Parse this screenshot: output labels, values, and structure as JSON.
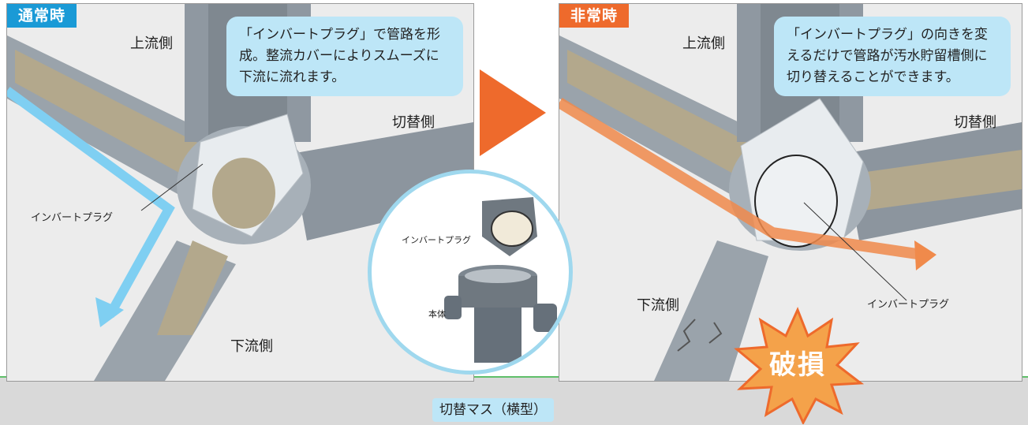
{
  "left_panel": {
    "tag": "通常時",
    "bubble": "「インバートプラグ」で管路を形成。整流カバーによりスムーズに下流に流れます。",
    "labels": {
      "upstream": "上流側",
      "switch_side": "切替側",
      "downstream": "下流側",
      "invert_plug": "インバートプラグ"
    },
    "flow_color": "#7fcff2"
  },
  "right_panel": {
    "tag": "非常時",
    "bubble": "「インバートプラグ」の向きを変えるだけで管路が汚水貯留槽側に切り替えることができます。",
    "labels": {
      "upstream": "上流側",
      "switch_side": "切替側",
      "downstream": "下流側",
      "invert_plug": "インバートプラグ"
    },
    "flow_color": "#f08a4b"
  },
  "inset": {
    "plug_label": "インバートプラグ",
    "body_label": "本体",
    "caption": "切替マス（横型）"
  },
  "damage_label": "破損",
  "colors": {
    "normal_tag": "#1a9ad6",
    "emergency_tag": "#ee6a2c",
    "bubble": "#bde6f7",
    "pipe": "#9aa3ab",
    "sewage": "#b3a88c",
    "damage_burst": "#f4a24a"
  }
}
